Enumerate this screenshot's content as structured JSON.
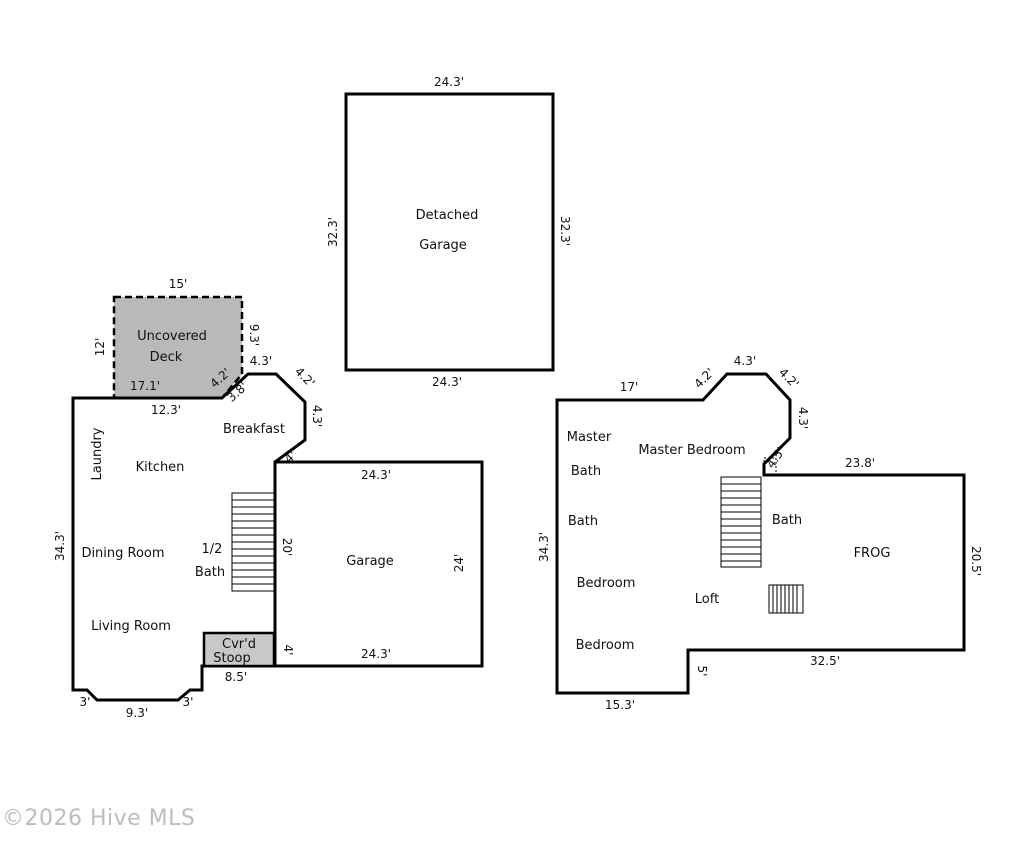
{
  "detached_garage": {
    "label_line1": "Detached",
    "label_line2": "Garage",
    "dim_top": "24.3'",
    "dim_bottom": "24.3'",
    "dim_left": "32.3'",
    "dim_right": "32.3'"
  },
  "first_floor": {
    "rooms": {
      "deck_line1": "Uncovered",
      "deck_line2": "Deck",
      "breakfast": "Breakfast",
      "laundry": "Laundry",
      "kitchen": "Kitchen",
      "dining": "Dining Room",
      "living": "Living Room",
      "half_bath_line1": "1/2",
      "half_bath_line2": "Bath",
      "stoop_line1": "Cvr'd",
      "stoop_line2": "Stoop",
      "garage": "Garage"
    },
    "dims": {
      "deck_top": "15'",
      "deck_left": "12'",
      "deck_right": "9.3'",
      "deck_bottom": "17.1'",
      "deck_diag": "4.2'",
      "wall_12_3": "12.3'",
      "diag_3_8": "3.8'",
      "top_4_3": "4.3'",
      "diag_4_2": "4.2'",
      "side_4_3": "4.3'",
      "diag_4": "4'",
      "left_34_3": "34.3'",
      "stair_20": "20'",
      "garage_top": "24.3'",
      "garage_right": "24'",
      "garage_bottom": "24.3'",
      "stoop_4": "4'",
      "stoop_8_5": "8.5'",
      "bay_left_3": "3'",
      "bay_9_3": "9.3'",
      "bay_right_3": "3'"
    }
  },
  "second_floor": {
    "rooms": {
      "master": "Master",
      "master_bath": "Bath",
      "master_bedroom": "Master Bedroom",
      "bath": "Bath",
      "bath_right": "Bath",
      "frog": "FROG",
      "bedroom1": "Bedroom",
      "loft": "Loft",
      "bedroom2": "Bedroom"
    },
    "dims": {
      "top_17": "17'",
      "diag_left": "4.2'",
      "top_4_3": "4.3'",
      "diag_right": "4.2'",
      "side_4_3": "4.3'",
      "diag_4_5": "4.5'",
      "frog_top": "23.8'",
      "frog_right": "20.5'",
      "left_34_3": "34.3'",
      "bottom_32_5": "32.5'",
      "step_5": "5'",
      "bottom_15_3": "15.3'"
    }
  },
  "watermark": "©2026 Hive MLS"
}
